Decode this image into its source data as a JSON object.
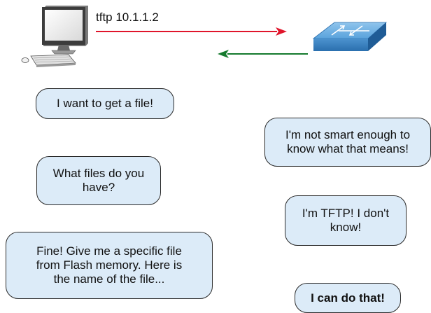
{
  "command": "tftp 10.1.1.2",
  "icons": {
    "computer": "desktop-computer-icon",
    "switch": "network-switch-icon"
  },
  "colors": {
    "request_arrow": "#e0152b",
    "response_arrow": "#157a2e",
    "bubble_fill": "#dcebf8"
  },
  "bubbles": [
    {
      "text": "I want to get a file!"
    },
    {
      "text": "I'm not smart enough to\nknow what that means!"
    },
    {
      "text": "What files do you\nhave?"
    },
    {
      "text": "I'm TFTP! I don't\nknow!"
    },
    {
      "text": "Fine! Give me a specific file\nfrom Flash memory. Here is\nthe name of the file..."
    },
    {
      "text": "I can do that!"
    }
  ]
}
